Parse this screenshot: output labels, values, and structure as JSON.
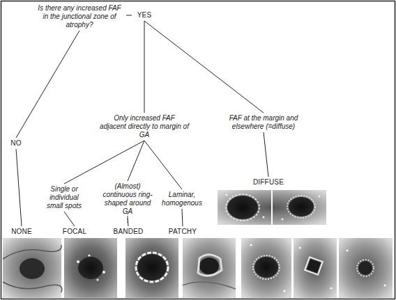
{
  "diagram": {
    "nodes": [
      {
        "text": [
          "Is there any increased FAF in the junctional zone of atrophy?"
        ]
      },
      {
        "text": [
          "YES"
        ]
      },
      {
        "text": [
          "NO"
        ]
      },
      {
        "text": [
          "Only increased FAF adjacent directly to margin of GA"
        ]
      },
      {
        "text": [
          "FAF at the margin and elsewhere (=diffuse)"
        ]
      },
      {
        "text": [
          "Single or individual small spots"
        ]
      },
      {
        "text": [
          "(Almost) continuous ring-shaped around GA"
        ]
      },
      {
        "text": [
          "Laminar, homogenous"
        ]
      },
      {
        "text": [
          "NONE"
        ]
      },
      {
        "text": [
          "FOCAL"
        ]
      },
      {
        "text": [
          "BANDED"
        ]
      },
      {
        "text": [
          "PATCHY"
        ]
      },
      {
        "text": [
          "DIFFUSE"
        ]
      }
    ],
    "edges": [
      {
        "from": 0,
        "to": 1,
        "arrow": "none"
      },
      {
        "from": 0,
        "to": 2,
        "arrow": "none"
      },
      {
        "from": 1,
        "to": 3,
        "arrow": "none"
      },
      {
        "from": 1,
        "to": 4,
        "arrow": "none"
      },
      {
        "from": 2,
        "to": 8,
        "arrow": "none"
      },
      {
        "from": 3,
        "to": 5,
        "arrow": "none"
      },
      {
        "from": 3,
        "to": 6,
        "arrow": "none"
      },
      {
        "from": 3,
        "to": 7,
        "arrow": "none"
      },
      {
        "from": 5,
        "to": 9,
        "arrow": "none"
      },
      {
        "from": 6,
        "to": 10,
        "arrow": "none"
      },
      {
        "from": 7,
        "to": 11,
        "arrow": "none"
      },
      {
        "from": 4,
        "to": 12,
        "arrow": "none"
      }
    ]
  }
}
